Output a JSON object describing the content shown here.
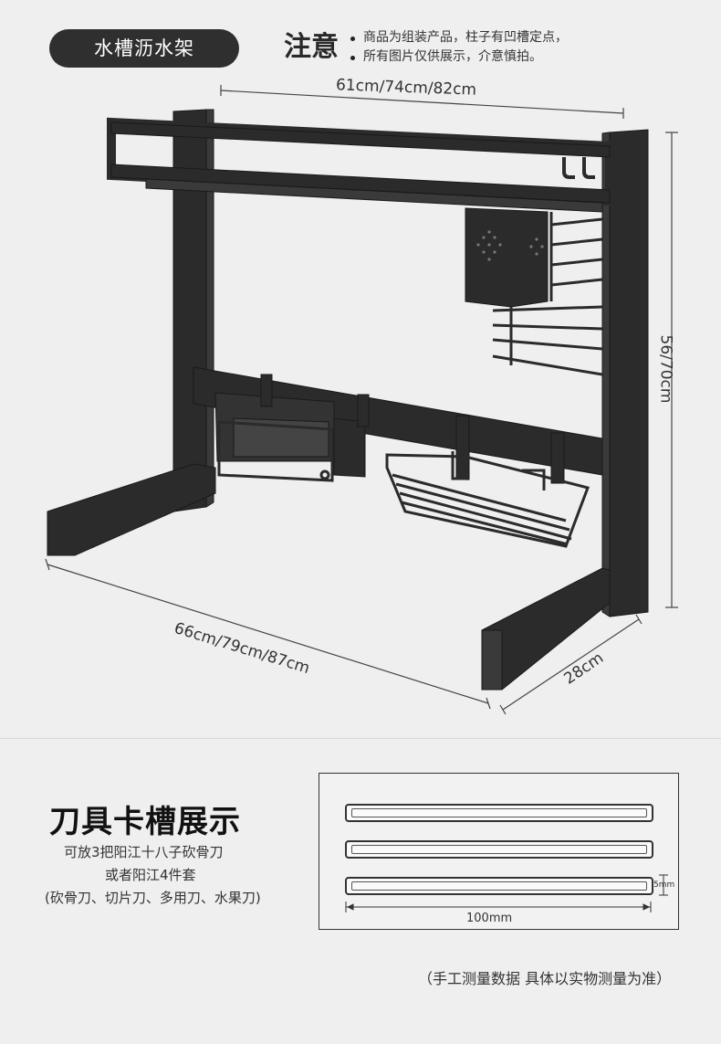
{
  "header": {
    "title": "水槽沥水架",
    "notice_label": "注意",
    "notice_lines": [
      "商品为组装产品，柱子有凹槽定点，",
      "所有图片仅供展示，介意慎拍。"
    ]
  },
  "dimensions": {
    "top_width": "61cm/74cm/82cm",
    "height": "56/70cm",
    "base_width": "66cm/79cm/87cm",
    "depth": "28cm"
  },
  "knife_section": {
    "title": "刀具卡槽展示",
    "lines": [
      "可放3把阳江十八子砍骨刀",
      "或者阳江4件套",
      "(砍骨刀、切片刀、多用刀、水果刀)"
    ],
    "slot_width": "100mm",
    "slot_height": "5mm"
  },
  "footnote": "（手工测量数据 具体以实物测量为准）",
  "colors": {
    "rack": "#2b2b2b",
    "background": "#efefef",
    "pill": "#2f2f2f"
  }
}
